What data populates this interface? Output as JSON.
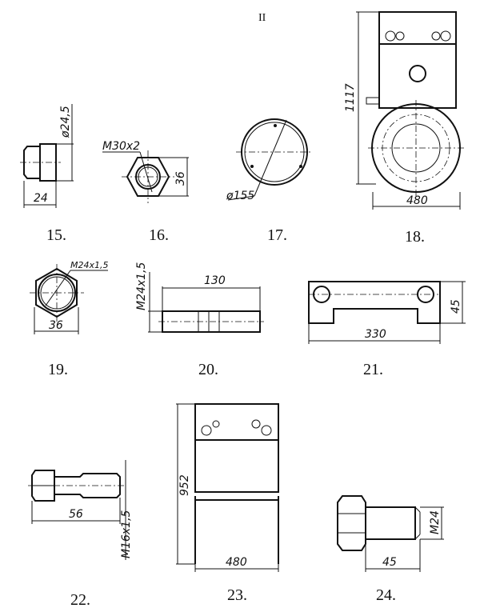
{
  "header": {
    "page_mark": "II"
  },
  "figures": [
    {
      "number": "15.",
      "dims": [
        "ø24,5",
        "24"
      ]
    },
    {
      "number": "16.",
      "dims": [
        "M30x2",
        "36"
      ]
    },
    {
      "number": "17.",
      "dims": [
        "ø155"
      ]
    },
    {
      "number": "18.",
      "dims": [
        "1117",
        "480"
      ]
    },
    {
      "number": "19.",
      "dims": [
        "M24x1,5",
        "36"
      ]
    },
    {
      "number": "20.",
      "dims": [
        "M24x1,5",
        "130"
      ]
    },
    {
      "number": "21.",
      "dims": [
        "45",
        "330"
      ]
    },
    {
      "number": "22.",
      "dims": [
        "56",
        "M16x1,5"
      ]
    },
    {
      "number": "23.",
      "dims": [
        "952",
        "480"
      ]
    },
    {
      "number": "24.",
      "dims": [
        "M24",
        "45"
      ]
    }
  ]
}
